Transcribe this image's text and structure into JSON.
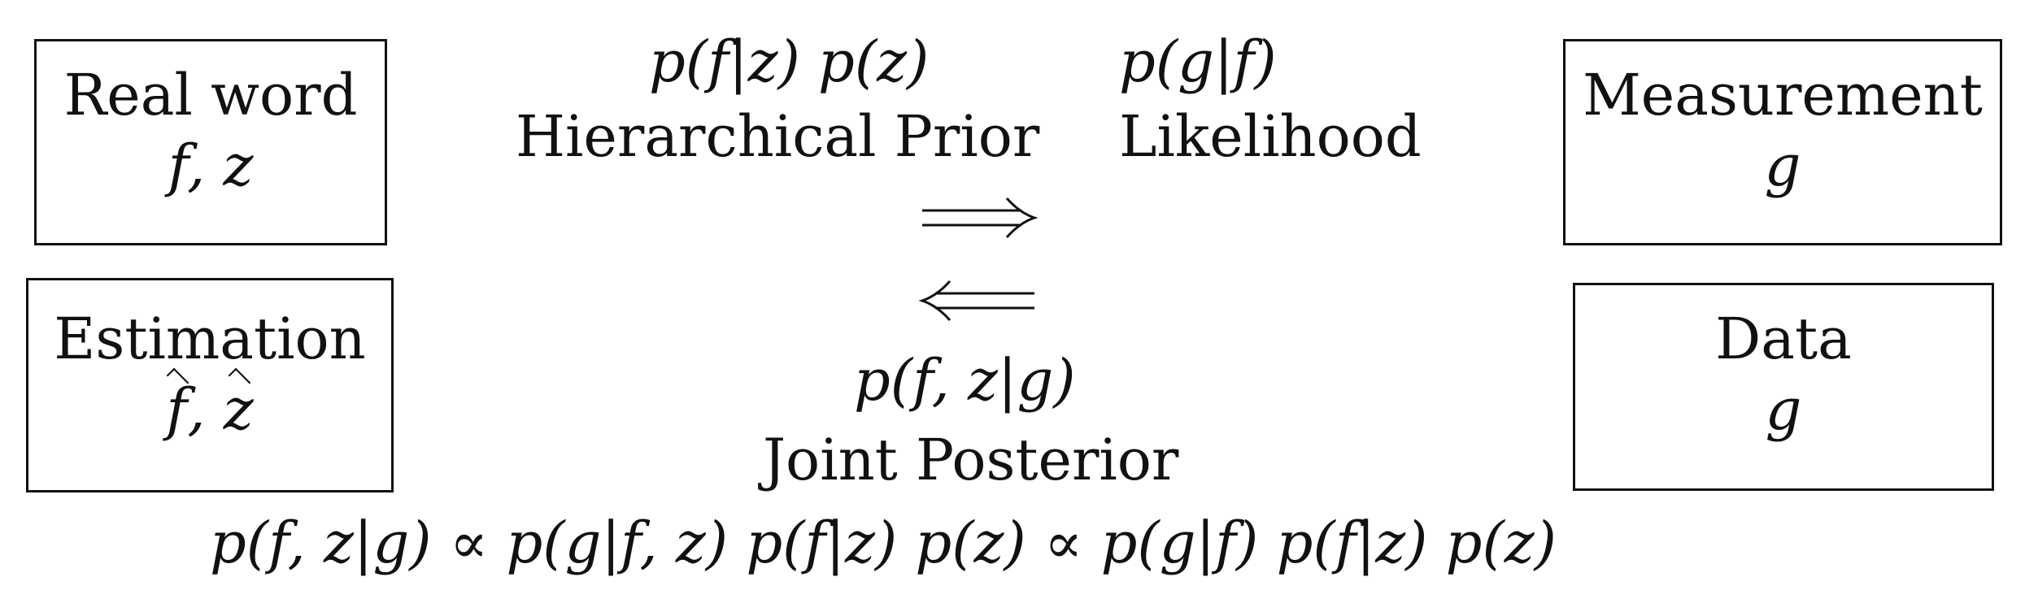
{
  "boxes": {
    "real_world": {
      "title": "Real word",
      "vars": "f, z"
    },
    "measurement": {
      "title": "Measurement",
      "vars": "g"
    },
    "estimation": {
      "title": "Estimation",
      "var1": "f",
      "var2": "z"
    },
    "data": {
      "title": "Data",
      "vars": "g"
    }
  },
  "top": {
    "prior_formula": "p(f|z)  p(z)",
    "prior_label": "Hierarchical Prior",
    "likelihood_formula": "p(g|f)",
    "likelihood_label": "Likelihood"
  },
  "middle": {
    "forward_arrow": "right-double-arrow-icon",
    "backward_arrow": "left-double-arrow-icon"
  },
  "posterior": {
    "formula": "p(f, z|g)",
    "label": "Joint Posterior"
  },
  "bottom_equation": "p(f, z|g) ∝ p(g|f, z)  p(f|z)  p(z) ∝ p(g|f)  p(f|z)  p(z)"
}
